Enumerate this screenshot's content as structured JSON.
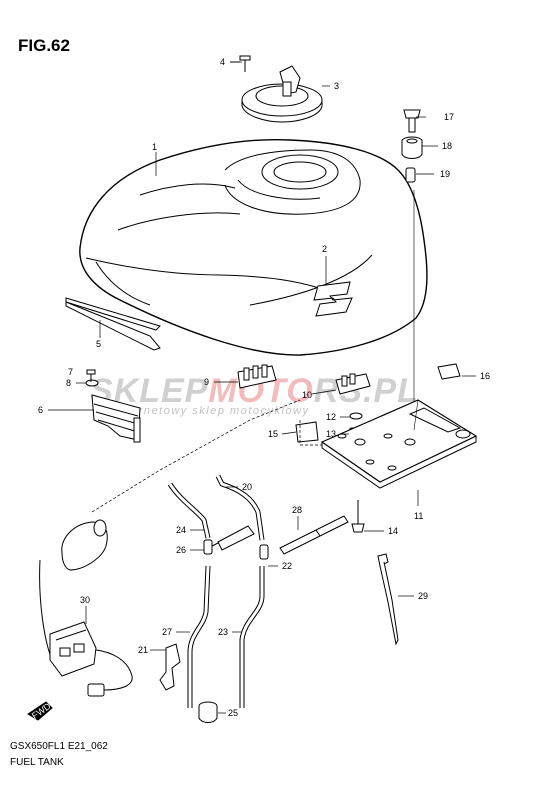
{
  "figure": {
    "title": "FIG.62",
    "model_code": "GSX650FL1 E21_062",
    "caption": "FUEL TANK",
    "fwd_mark": "FWD"
  },
  "watermark": {
    "brand_a": "SKLEP",
    "brand_b": "MOTO",
    "brand_c": "RS.PL",
    "tagline": "internetowy sklep motocyklowy"
  },
  "callouts": [
    "1",
    "2",
    "3",
    "4",
    "5",
    "6",
    "7",
    "8",
    "9",
    "10",
    "11",
    "12",
    "13",
    "14",
    "15",
    "16",
    "17",
    "18",
    "19",
    "20",
    "21",
    "22",
    "23",
    "24",
    "25",
    "26",
    "27",
    "28",
    "29",
    "30"
  ]
}
